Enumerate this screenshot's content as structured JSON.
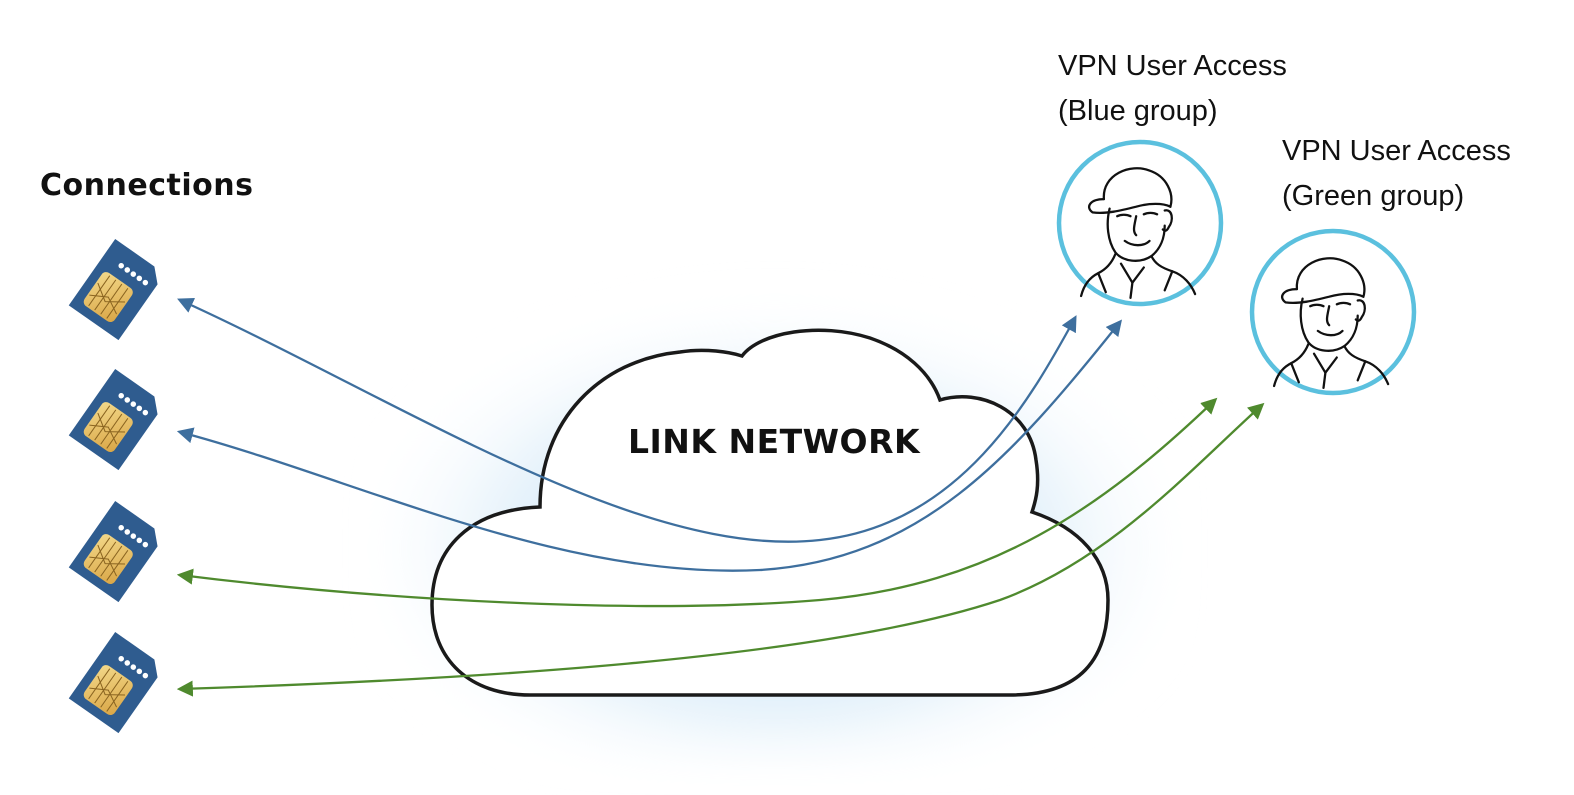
{
  "diagram": {
    "connections_title": "Connections",
    "cloud_label": "LINK NETWORK",
    "groups": [
      {
        "id": "blue",
        "label_line1": "VPN User Access",
        "label_line2": "(Blue group)",
        "color": "#3e6f9e",
        "ring_color": "#5bc0de"
      },
      {
        "id": "green",
        "label_line1": "VPN User Access",
        "label_line2": "(Green group)",
        "color": "#4f8a2e",
        "ring_color": "#5bc0de"
      }
    ],
    "sim_cards": [
      {
        "name": "sim-card-1",
        "group": "blue"
      },
      {
        "name": "sim-card-2",
        "group": "blue"
      },
      {
        "name": "sim-card-3",
        "group": "green"
      },
      {
        "name": "sim-card-4",
        "group": "green"
      }
    ],
    "connections": [
      {
        "from": "sim-card-1",
        "to": "blue",
        "color": "#3e6f9e"
      },
      {
        "from": "sim-card-2",
        "to": "blue",
        "color": "#3e6f9e"
      },
      {
        "from": "sim-card-3",
        "to": "green",
        "color": "#4f8a2e"
      },
      {
        "from": "sim-card-4",
        "to": "green",
        "color": "#4f8a2e"
      }
    ],
    "colors": {
      "sim_body": "#2f5c8f",
      "sim_chip": "#e8bf62",
      "cloud_glow": "#cfe6f7",
      "blue_arrow": "#3e6f9e",
      "green_arrow": "#4f8a2e",
      "avatar_ring": "#5bc0de"
    }
  }
}
